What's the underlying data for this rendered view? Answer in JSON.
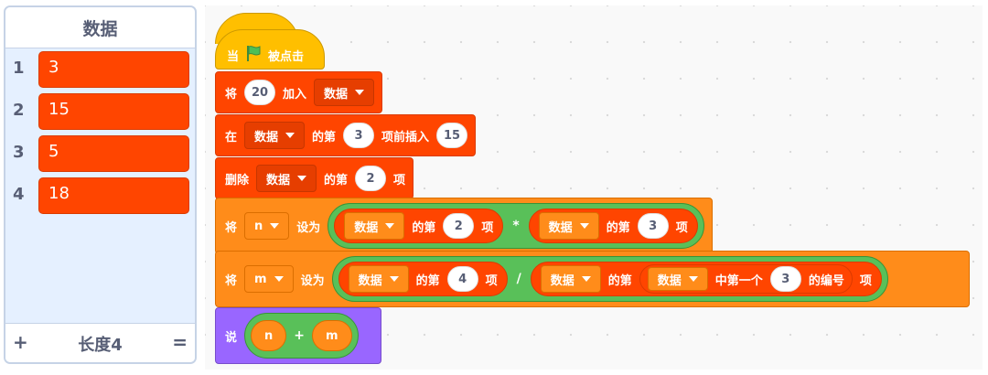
{
  "list_monitor": {
    "title": "数据",
    "items": [
      {
        "index": "1",
        "value": "3"
      },
      {
        "index": "2",
        "value": "15"
      },
      {
        "index": "3",
        "value": "5"
      },
      {
        "index": "4",
        "value": "18"
      }
    ],
    "footer": {
      "add": "+",
      "length": "长度4",
      "resize": "="
    }
  },
  "script": {
    "hat": {
      "label_before": "当",
      "label_after": "被点击",
      "icon": "green-flag-icon"
    },
    "b1": {
      "verb": "将",
      "value": "20",
      "action": "加入",
      "list": "数据"
    },
    "b2": {
      "verb": "在",
      "list": "数据",
      "of": "的第",
      "index": "3",
      "action": "项前插入",
      "value": "15"
    },
    "b3": {
      "verb": "删除",
      "list": "数据",
      "of": "的第",
      "index": "2",
      "item": "项"
    },
    "b4": {
      "verb": "将",
      "var": "n",
      "set": "设为",
      "left": {
        "list": "数据",
        "of": "的第",
        "index": "2",
        "item": "项"
      },
      "op": "*",
      "right": {
        "list": "数据",
        "of": "的第",
        "index": "3",
        "item": "项"
      }
    },
    "b5": {
      "verb": "将",
      "var": "m",
      "set": "设为",
      "left": {
        "list": "数据",
        "of": "的第",
        "index": "4",
        "item": "项"
      },
      "op": "/",
      "right": {
        "list": "数据",
        "of": "的第",
        "inner": {
          "list": "数据",
          "action": "中第一个",
          "value": "3",
          "suffix": "的编号"
        },
        "item": "项"
      }
    },
    "b6": {
      "verb": "说",
      "left": "n",
      "op": "+",
      "right": "m"
    }
  },
  "colors": {
    "events": "#ffbf00",
    "variables": "#ff8c1a",
    "lists": "#ff4500",
    "operators": "#59c059",
    "looks": "#9966ff",
    "flag": "#4cbf56"
  }
}
